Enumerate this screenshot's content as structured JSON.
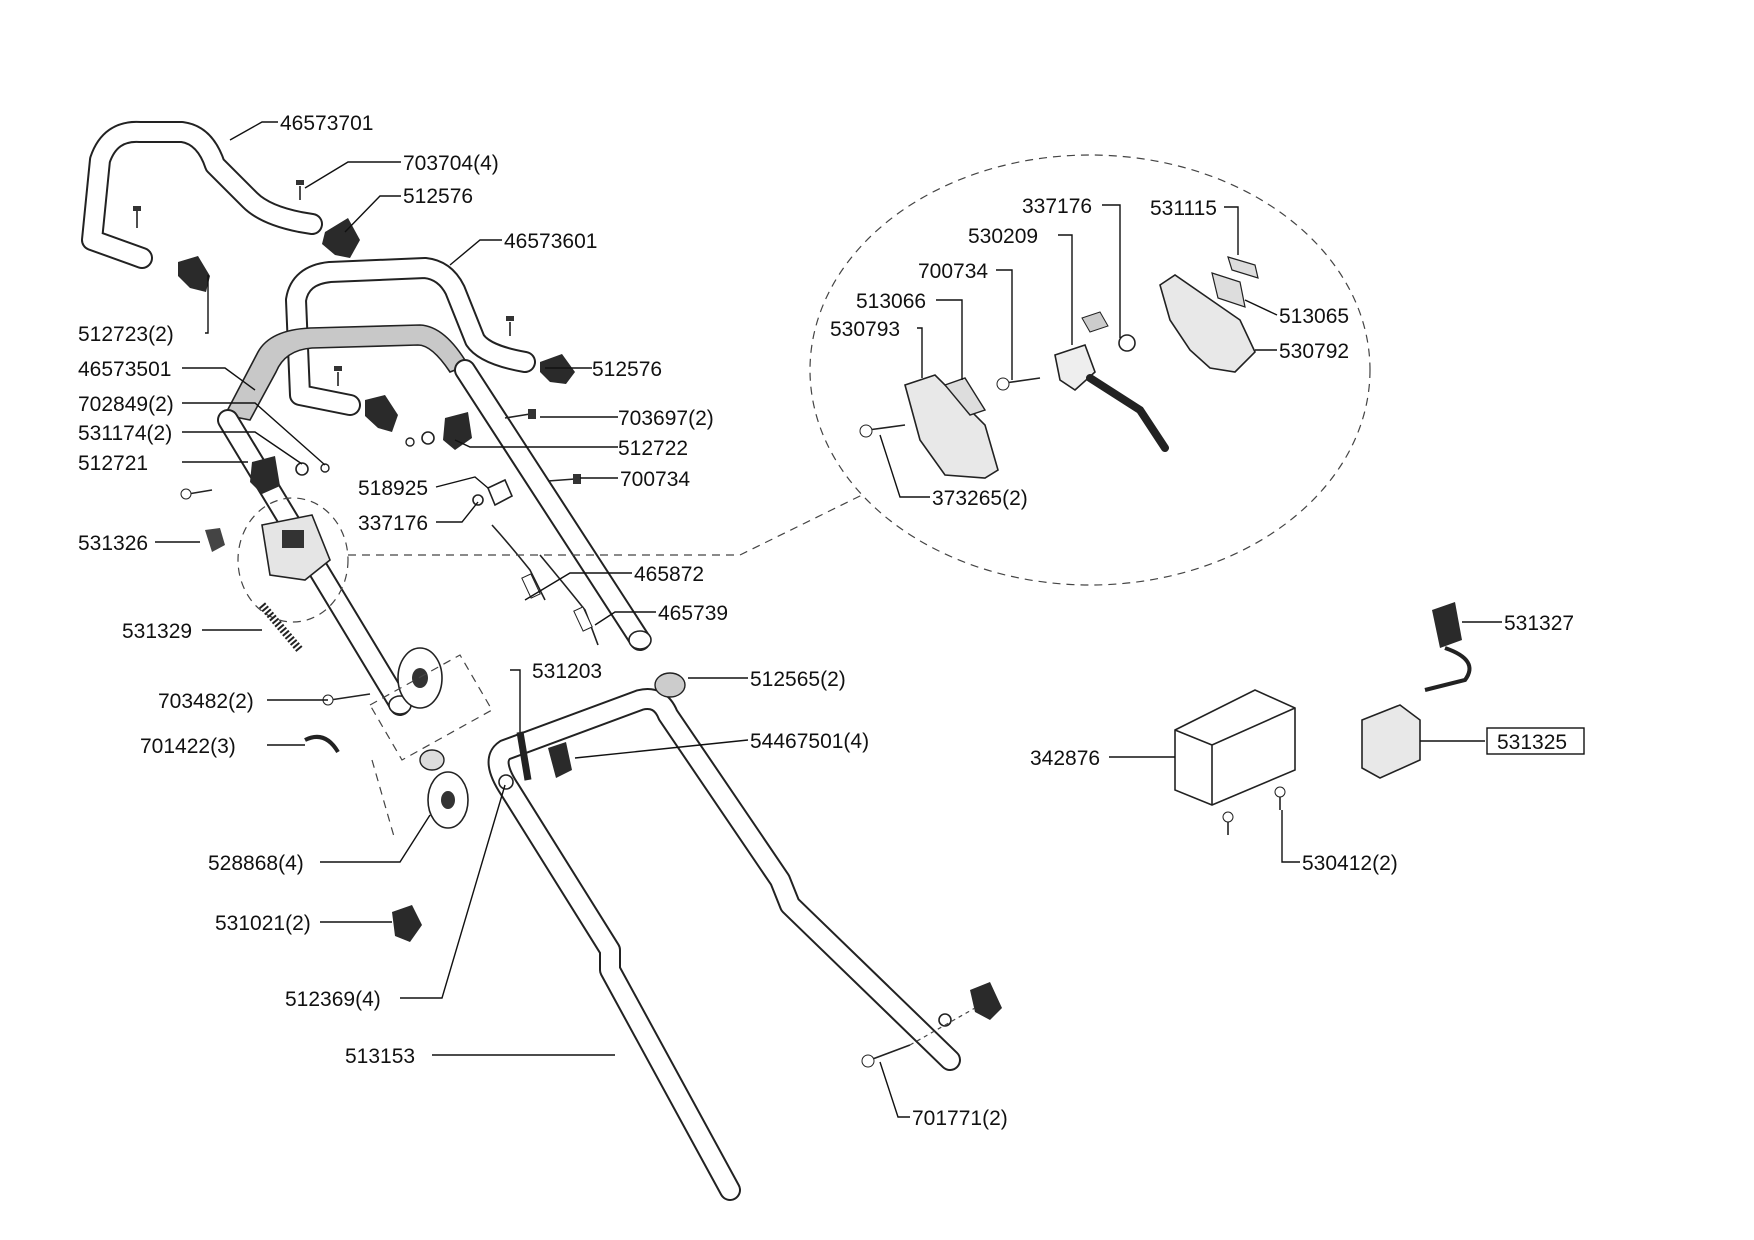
{
  "labels": {
    "l01": "46573701",
    "l02": "703704(4)",
    "l03": "512576",
    "l04": "46573601",
    "l05": "512723(2)",
    "l06": "46573501",
    "l07": "512576",
    "l08": "702849(2)",
    "l09": "703697(2)",
    "l10": "531174(2)",
    "l11": "512722",
    "l12": "512721",
    "l13": "518925",
    "l14": "700734",
    "l15": "337176",
    "l16": "531326",
    "l17": "465872",
    "l18": "465739",
    "l19": "531329",
    "l20": "531203",
    "l21": "512565(2)",
    "l22": "703482(2)",
    "l23": "701422(3)",
    "l24": "54467501(4)",
    "l25": "528868(4)",
    "l26": "531021(2)",
    "l27": "512369(4)",
    "l28": "513153",
    "l29": "701771(2)",
    "l30": "337176",
    "l31": "531115",
    "l32": "530209",
    "l33": "700734",
    "l34": "513066",
    "l35": "513065",
    "l36": "530793",
    "l37": "530792",
    "l38": "373265(2)",
    "l39": "531327",
    "l40": "342876",
    "l41": "531325",
    "l42": "530412(2)"
  }
}
